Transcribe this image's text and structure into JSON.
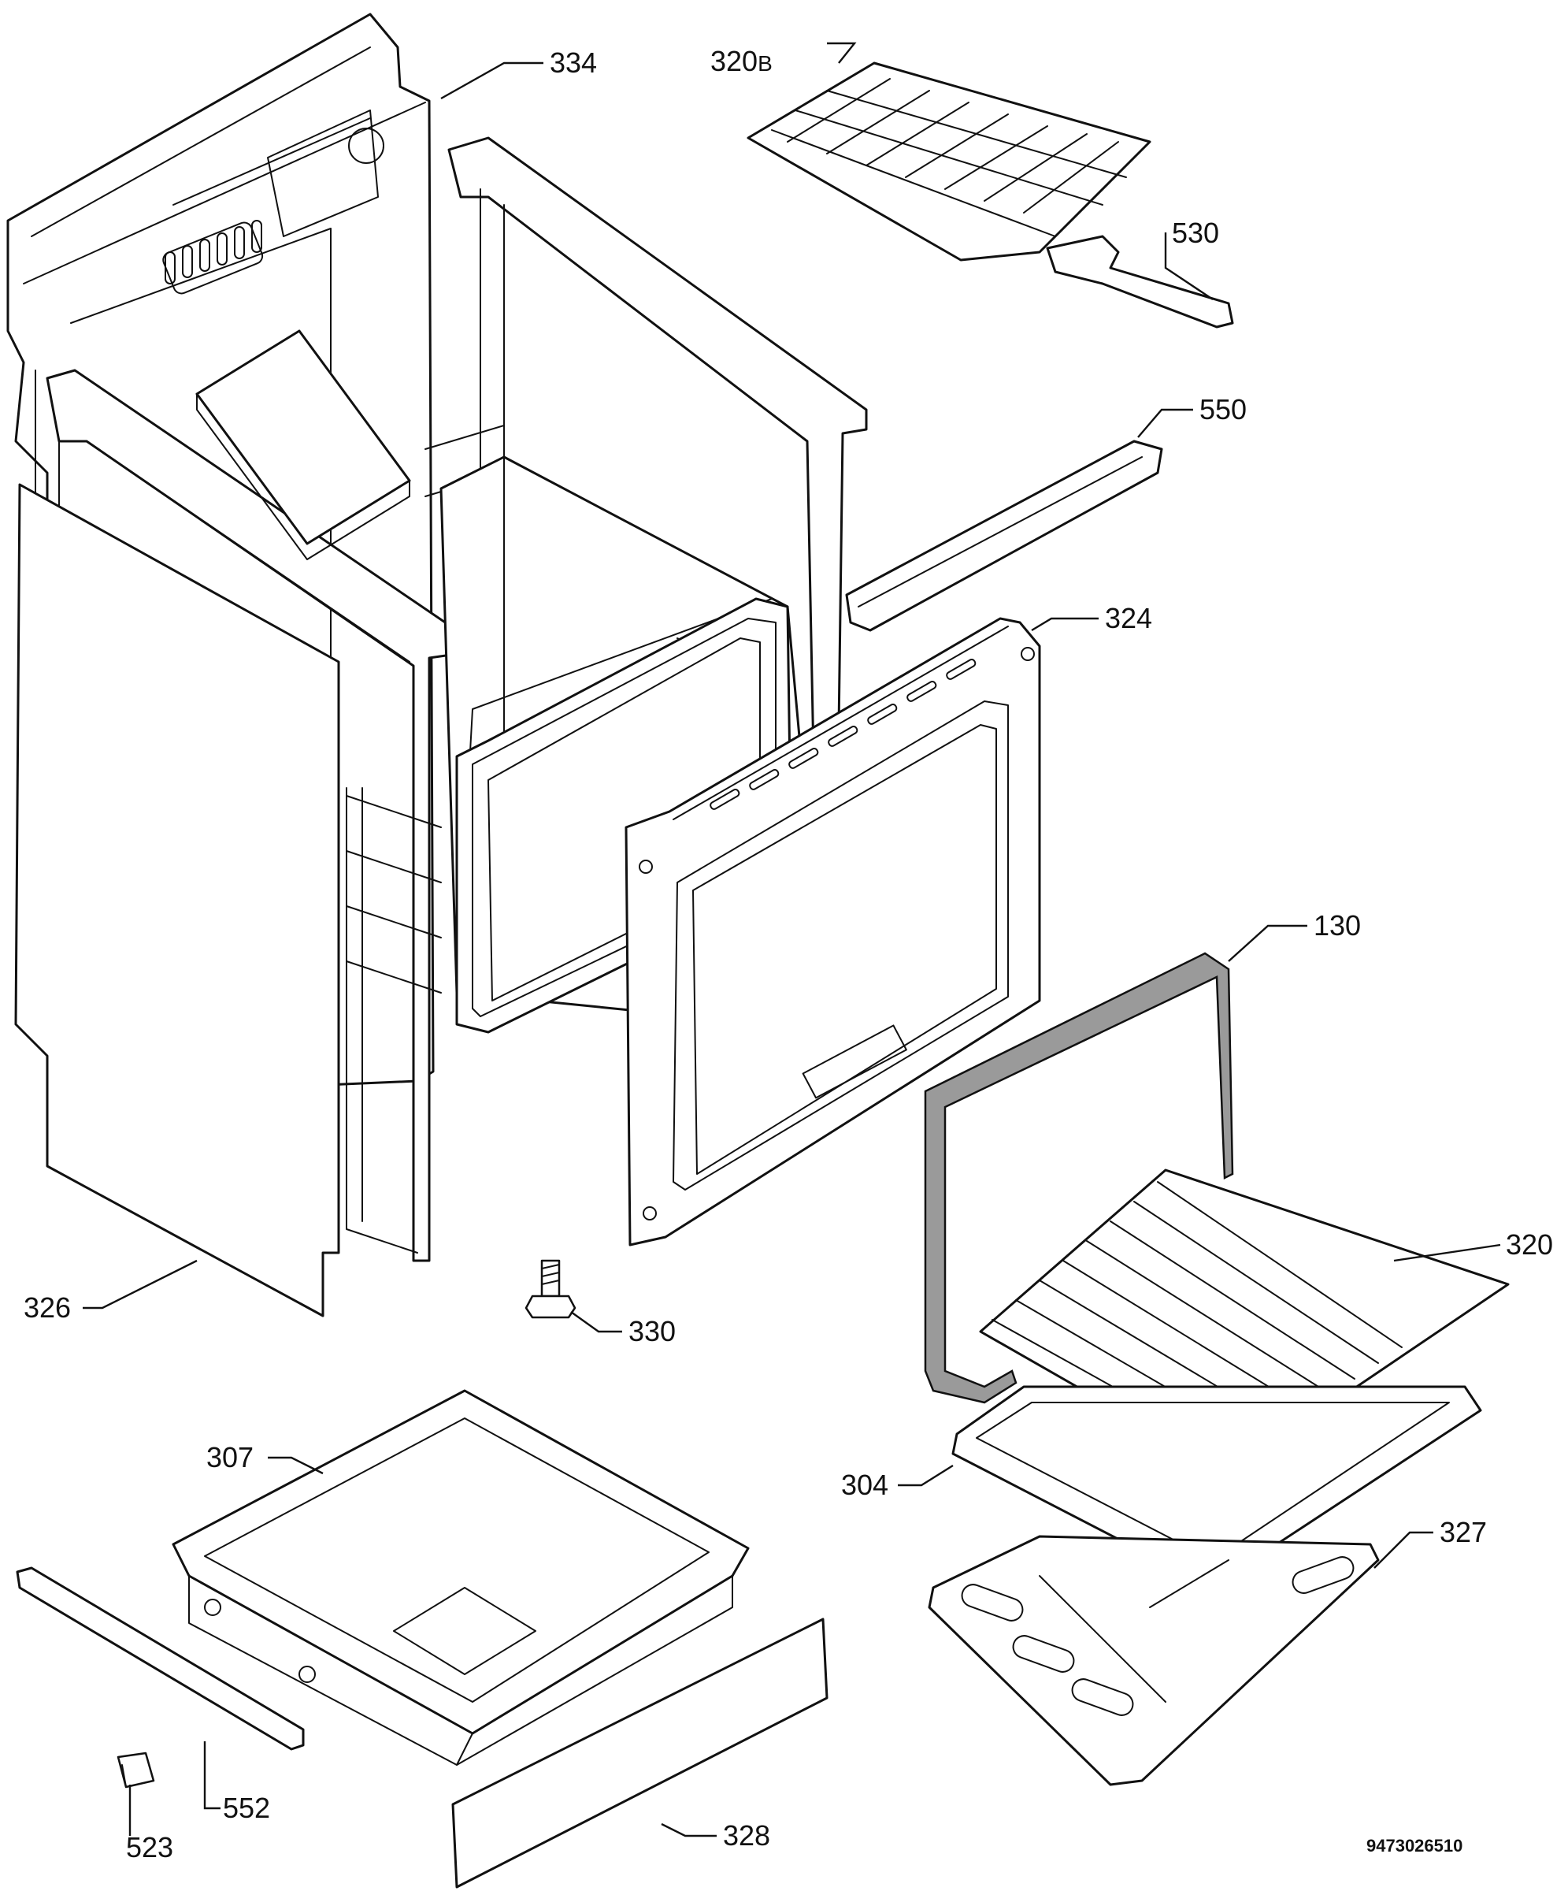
{
  "diagram": {
    "callouts": [
      {
        "id": "334",
        "label": "334"
      },
      {
        "id": "320B",
        "label": "320",
        "suffix": "B"
      },
      {
        "id": "530",
        "label": "530"
      },
      {
        "id": "550",
        "label": "550"
      },
      {
        "id": "324",
        "label": "324"
      },
      {
        "id": "130",
        "label": "130"
      },
      {
        "id": "320",
        "label": "320"
      },
      {
        "id": "326",
        "label": "326"
      },
      {
        "id": "330",
        "label": "330"
      },
      {
        "id": "307",
        "label": "307"
      },
      {
        "id": "304",
        "label": "304"
      },
      {
        "id": "327",
        "label": "327"
      },
      {
        "id": "552",
        "label": "552"
      },
      {
        "id": "523",
        "label": "523"
      },
      {
        "id": "328",
        "label": "328"
      }
    ],
    "document_number": "9473026510"
  }
}
